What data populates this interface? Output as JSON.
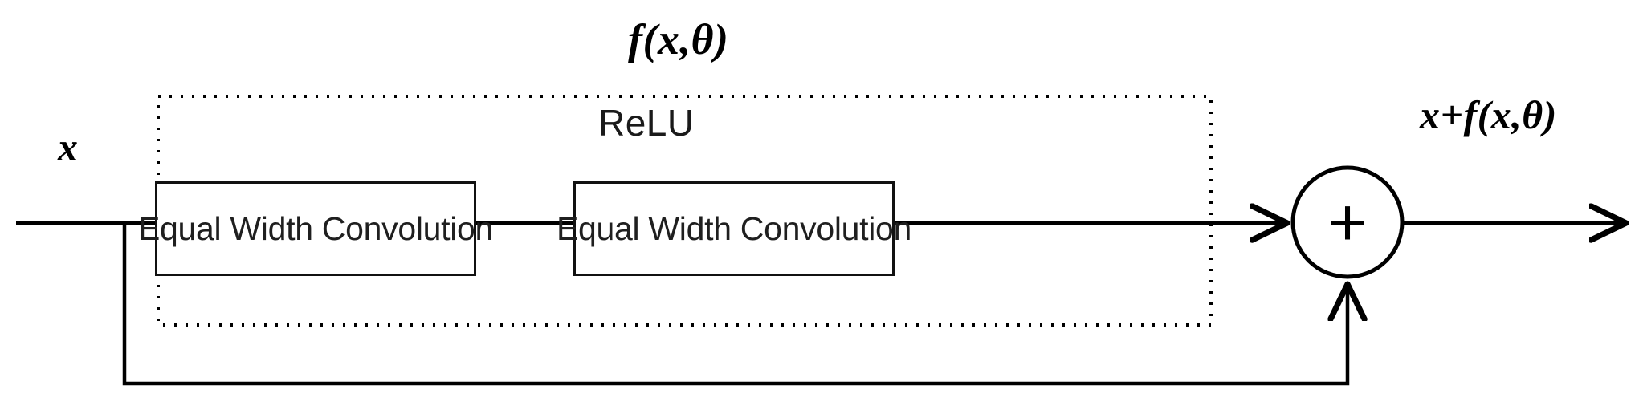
{
  "figure": {
    "type": "residual-block-diagram",
    "description": "Residual block with two equal width convolutions and an identity skip connection",
    "background_color": "#ffffff",
    "stroke_color": "#000000"
  },
  "labels": {
    "function_title": "f(x,θ)",
    "input": "x",
    "activation": "ReLU",
    "output": "x+f(x,θ)",
    "adder": "+"
  },
  "blocks": [
    {
      "id": "conv1",
      "label": "Equal Width Convolution"
    },
    {
      "id": "conv2",
      "label": "Equal Width Convolution"
    }
  ],
  "grouping": {
    "border_style": "dotted",
    "enclosed_label": "f(x,θ)",
    "contains": [
      "conv1",
      "relu",
      "conv2"
    ]
  },
  "connections": [
    {
      "from": "input",
      "to": "conv1",
      "style": "solid-arrow"
    },
    {
      "from": "conv1",
      "to": "conv2",
      "style": "solid-arrow"
    },
    {
      "from": "conv2",
      "to": "adder",
      "style": "solid-arrow"
    },
    {
      "from": "input",
      "to": "adder",
      "style": "skip-connection"
    },
    {
      "from": "adder",
      "to": "output",
      "style": "solid-arrow"
    }
  ]
}
